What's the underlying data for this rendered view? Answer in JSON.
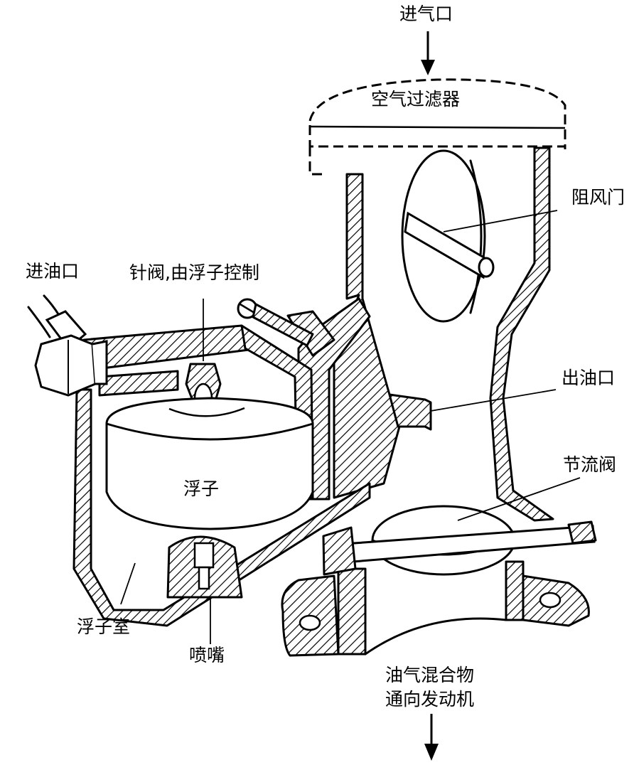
{
  "labels": {
    "air_inlet": "进气口",
    "air_filter": "空气过滤器",
    "choke_valve": "阻风门",
    "fuel_inlet": "进油口",
    "needle_valve": "针阀,由浮子控制",
    "fuel_outlet": "出油口",
    "throttle_valve": "节流阀",
    "float": "浮子",
    "float_chamber": "浮子室",
    "jet": "喷嘴",
    "mixture_line1": "油气混合物",
    "mixture_line2": "通向发动机"
  }
}
